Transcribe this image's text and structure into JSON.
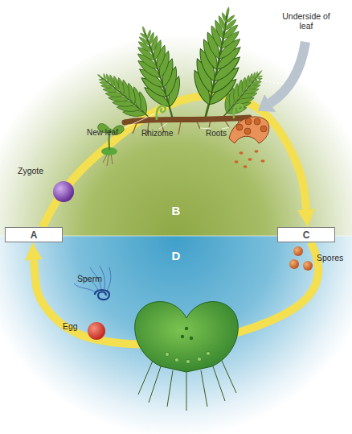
{
  "diagram": {
    "nodes": [
      {
        "text": [
          "A"
        ]
      },
      {
        "text": [
          "C"
        ]
      }
    ],
    "edges": [
      {
        "from": 0,
        "to": 1,
        "arrow": "to"
      },
      {
        "from": 1,
        "to": 0,
        "arrow": "to"
      }
    ],
    "labels": [
      "Underside of leaf",
      "New leaf",
      "Rhizome",
      "Roots",
      "Zygote",
      "B",
      "D",
      "Spores",
      "Sperm",
      "Egg"
    ]
  }
}
